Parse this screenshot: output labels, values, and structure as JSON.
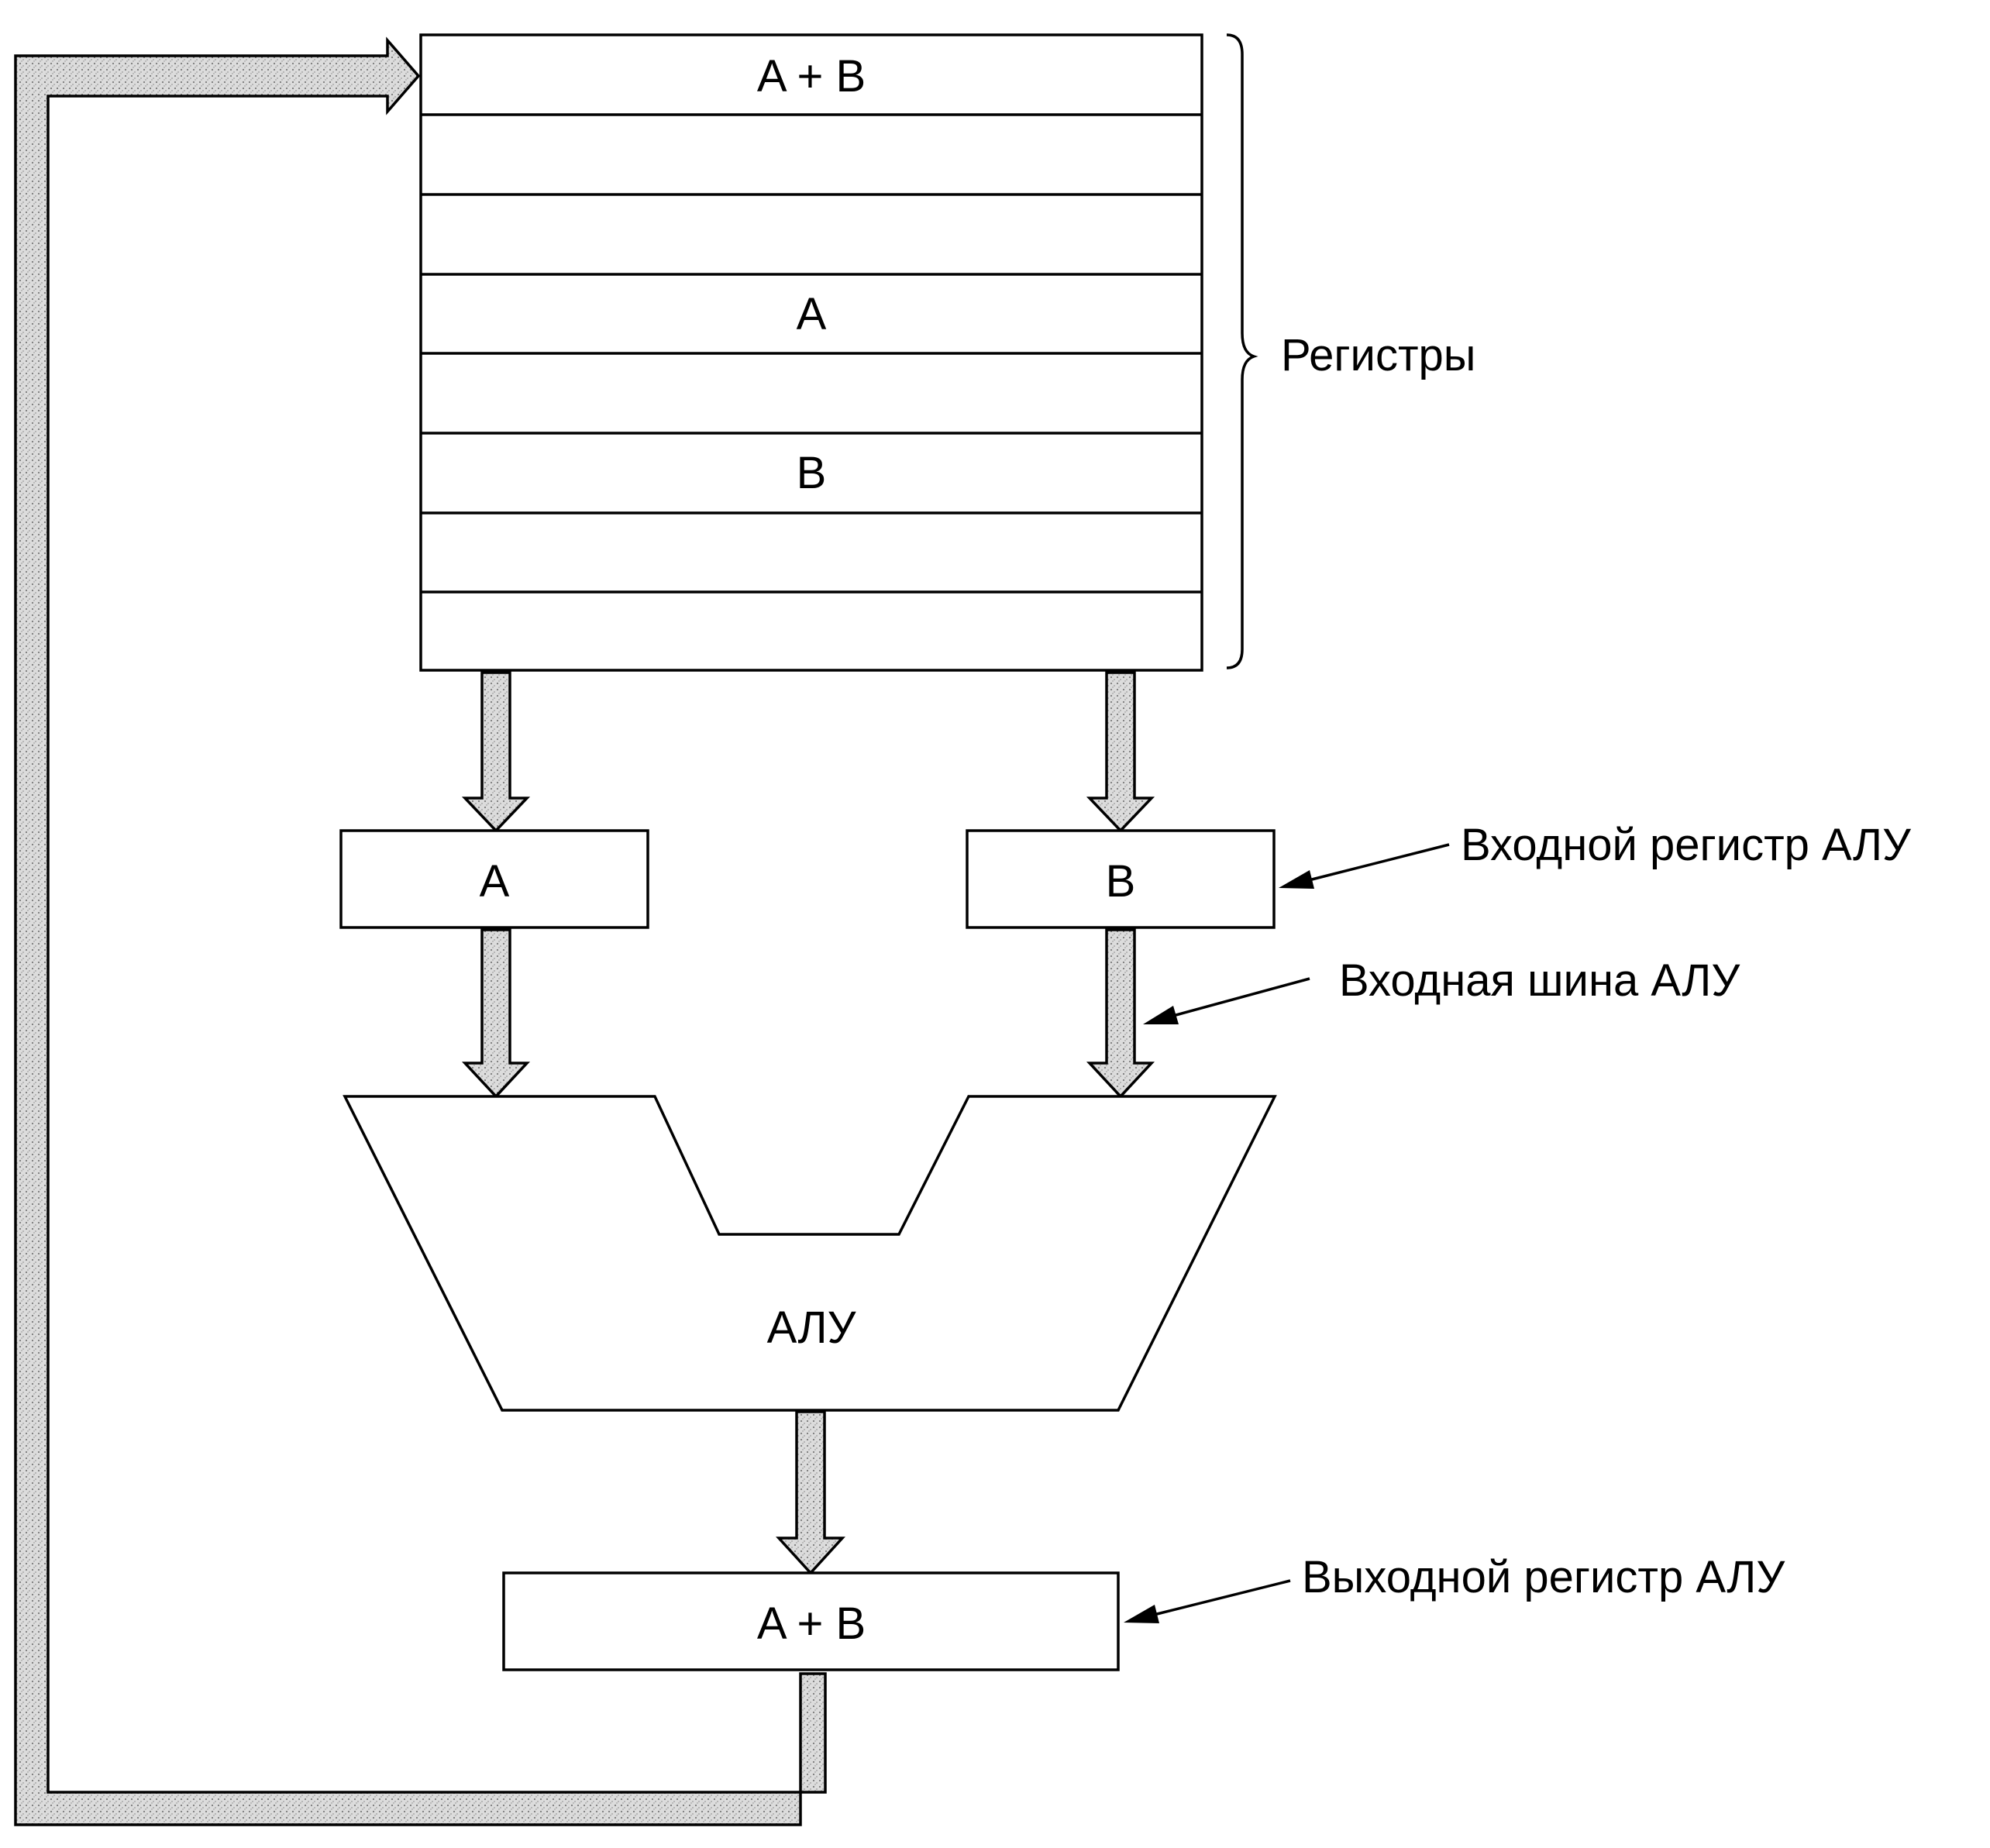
{
  "diagram": {
    "register_file": {
      "rows": [
        "A + B",
        "",
        "",
        "A",
        "",
        "B",
        "",
        ""
      ]
    },
    "input_register_a": "A",
    "input_register_b": "B",
    "alu_label": "АЛУ",
    "output_register": "A + B",
    "labels": {
      "registers": "Регистры",
      "alu_input_register": "Входной регистр АЛУ",
      "alu_input_bus": "Входная шина АЛУ",
      "alu_output_register": "Выходной регистр АЛУ"
    },
    "colors": {
      "bus_fill": "#d4d4d4",
      "stroke": "#000000"
    }
  }
}
